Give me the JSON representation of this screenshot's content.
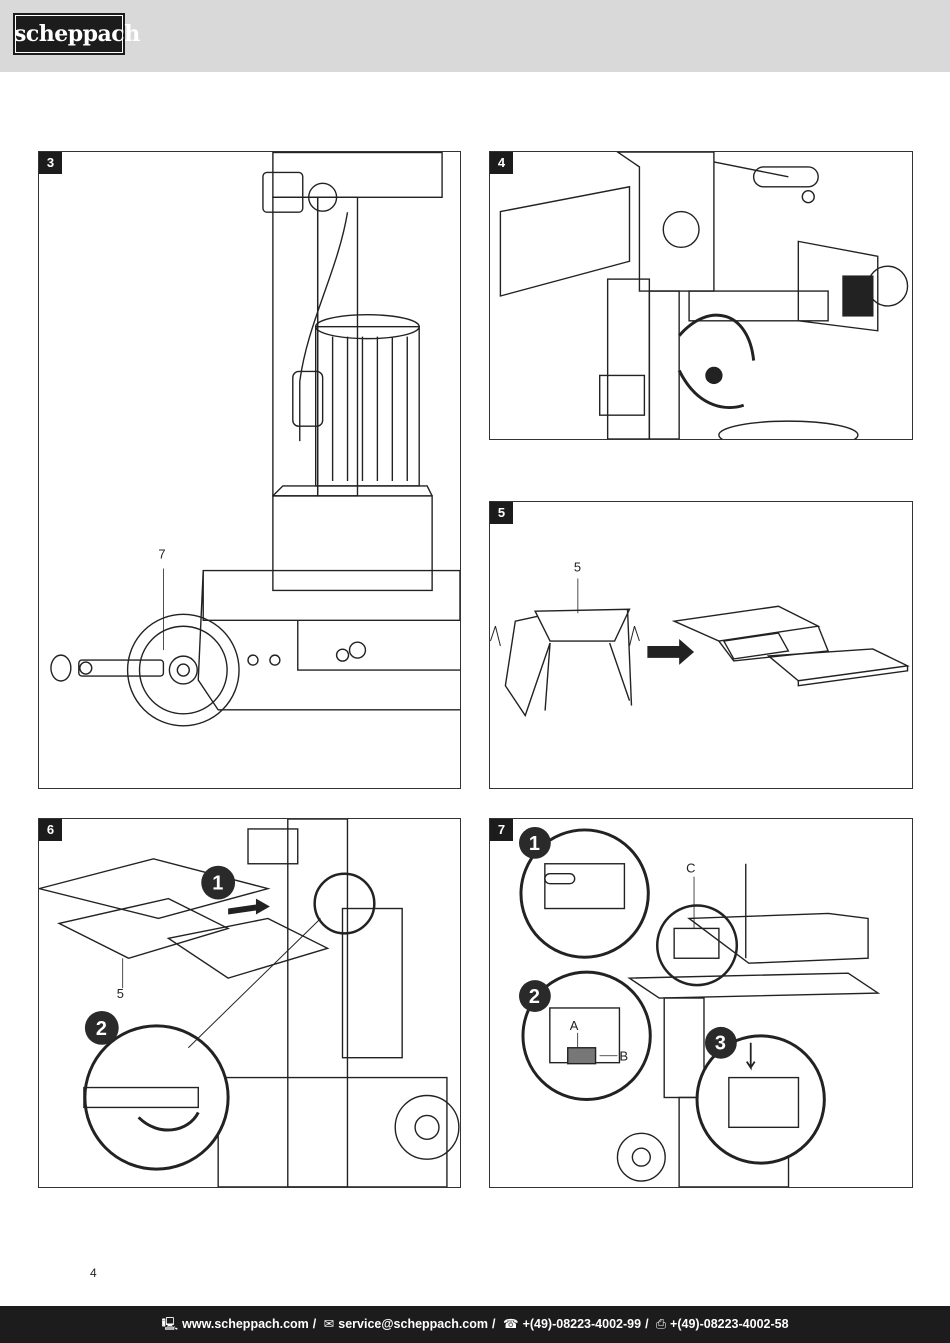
{
  "header": {
    "brand": "scheppach"
  },
  "figures": [
    {
      "number": "3",
      "callouts": [
        "7"
      ]
    },
    {
      "number": "4",
      "callouts": []
    },
    {
      "number": "5",
      "callouts": [
        "5"
      ]
    },
    {
      "number": "6",
      "callouts": [
        "5"
      ],
      "steps": [
        "1",
        "2"
      ]
    },
    {
      "number": "7",
      "callouts": [
        "C",
        "A",
        "B"
      ],
      "steps": [
        "1",
        "2",
        "3"
      ]
    }
  ],
  "page_number": "4",
  "footer": {
    "website": "www.scheppach.com",
    "email": "service@scheppach.com",
    "phone": "+(49)-08223-4002-99",
    "fax": "+(49)-08223-4002-58",
    "icons": [
      "computer-icon",
      "mail-icon",
      "phone-icon",
      "fax-icon"
    ]
  }
}
